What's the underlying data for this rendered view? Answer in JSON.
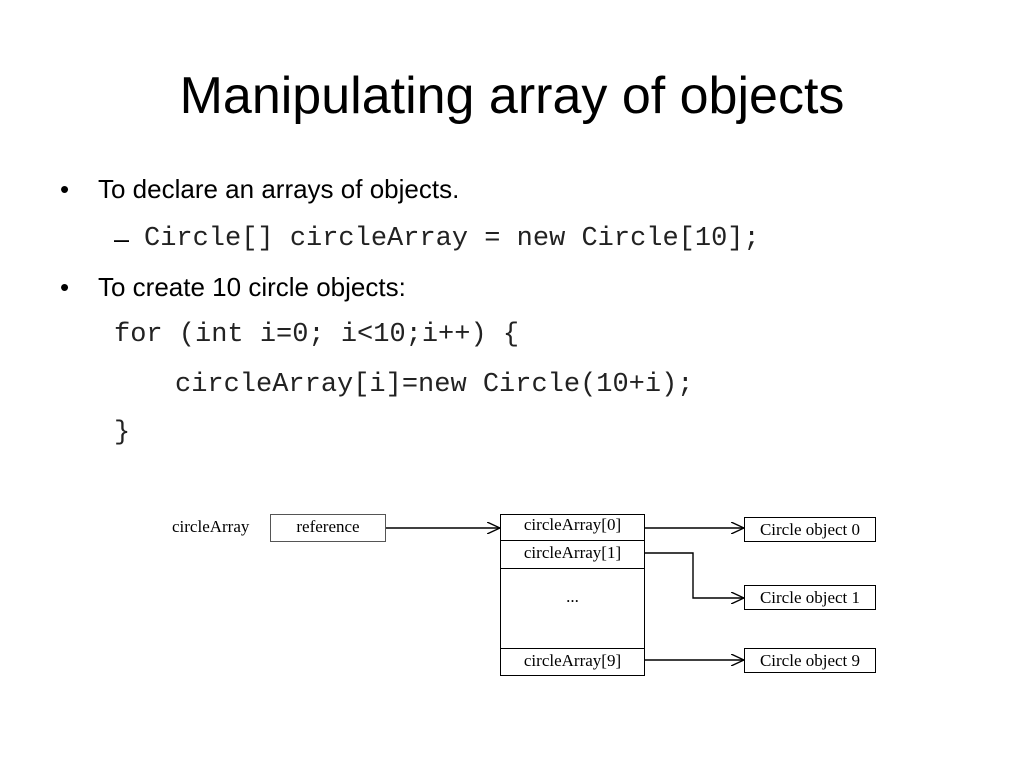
{
  "slide": {
    "title": "Manipulating array of objects",
    "bullets": [
      {
        "marker": "•",
        "text": "To declare an arrays of objects.",
        "sub": {
          "marker": "–",
          "code": "Circle[] circleArray = new Circle[10];"
        }
      },
      {
        "marker": "•",
        "text": "To create 10 circle objects:"
      }
    ],
    "code_lines": [
      "for (int i=0; i<10;i++) {",
      "circleArray[i]=new Circle(10+i);",
      "}"
    ]
  },
  "diagram": {
    "var_label": "circleArray",
    "reference_label": "reference",
    "array_cells": {
      "first": "circleArray[0]",
      "second": "circleArray[1]",
      "ellipsis": "...",
      "last": "circleArray[9]"
    },
    "objects": [
      "Circle object 0",
      "Circle object 1",
      "Circle object 9"
    ]
  }
}
